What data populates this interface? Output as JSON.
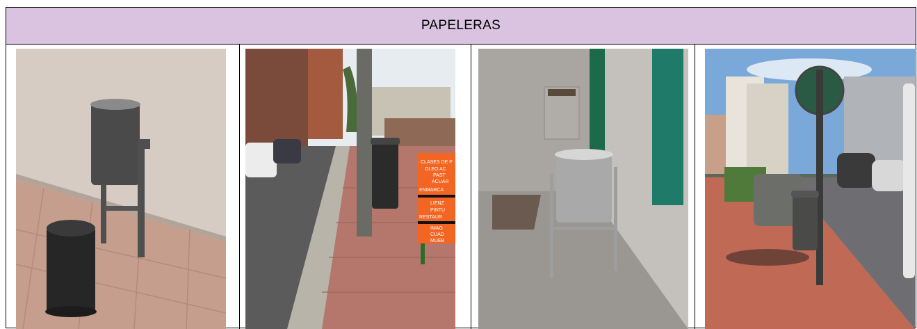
{
  "header": {
    "title": "PAPELERAS"
  },
  "photos": [
    {
      "scene": "wall-mounted-bins-on-pavement",
      "icon": "trash-bin-icon"
    },
    {
      "scene": "street-with-pole-bin-and-sign",
      "icon": "trash-bin-icon",
      "sign_lines": [
        "CLASES DE P",
        "OLEO AC",
        "PAST",
        "ACUAR",
        "ENMARCA",
        "LIENZ",
        "PINTU",
        "RESTAUR",
        "IMAG",
        "CUAD",
        "MUEB"
      ]
    },
    {
      "scene": "stainless-steel-bin-by-building",
      "icon": "trash-bin-icon"
    },
    {
      "scene": "pole-bin-near-containers",
      "icon": "trash-bin-icon"
    }
  ],
  "colors": {
    "header_bg": "#d9c3e1",
    "border": "#000000",
    "sign_orange": "#f26522"
  }
}
